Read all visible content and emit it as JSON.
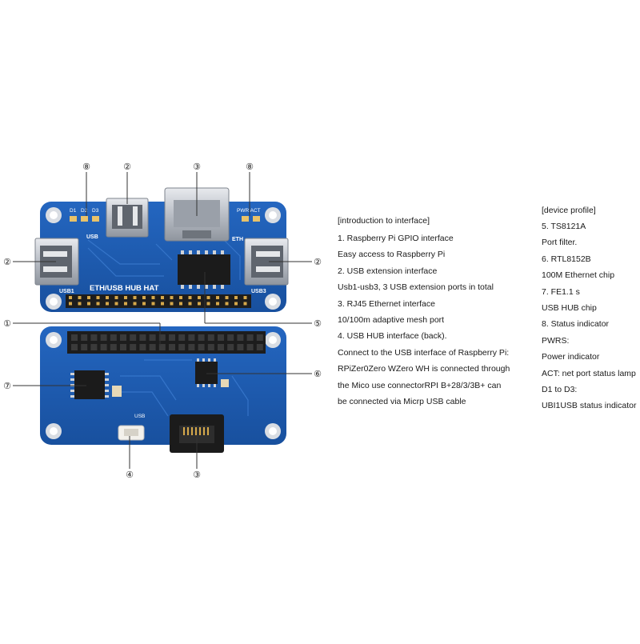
{
  "board": {
    "title": "ETH/USB HUB HAT",
    "labels": {
      "d1": "D1",
      "d2": "D2",
      "d3": "D3",
      "usb_top": "USB",
      "pwr_act": "PWR ACT",
      "eth": "ETH",
      "usb1": "USB1",
      "usb3": "USB3",
      "usb_back": "USB"
    }
  },
  "callouts": [
    "⑧",
    "②",
    "③",
    "⑧",
    "②",
    "②",
    "①",
    "⑤",
    "⑦",
    "⑥",
    "④",
    "③"
  ],
  "intro": {
    "heading": "[introduction to interface]",
    "lines": [
      "1. Raspberry Pi GPIO interface",
      "Easy access to Raspberry Pi",
      "2. USB extension interface",
      "Usb1-usb3, 3 USB extension ports in total",
      "3. RJ45 Ethernet interface",
      "10/100m adaptive mesh port",
      "4. USB HUB interface (back).",
      "Connect to the USB interface of Raspberry Pi:",
      "RPiZer0Zero WZero WH is connected through",
      "the Mico  use connectorRPI B+28/3/3B+ can",
      "be connected via Micrp USB cable"
    ]
  },
  "profile": {
    "heading": "[device profile]",
    "lines": [
      "5. TS8121A",
      "Port filter.",
      "6. RTL8152B",
      "100M Ethernet chip",
      "7. FE1.1 s",
      "USB HUB chip",
      "8. Status indicator",
      "PWRS:",
      "Power indicator",
      "ACT: net port status lamp",
      "D1 to D3:",
      "UBI1USB status indicator"
    ]
  },
  "colors": {
    "pcb": "#1f5fb5",
    "pcb_dark": "#174a94",
    "silk": "#ffffff",
    "header": "#1d1d1d",
    "metal": "#c8ccd2",
    "leader": "#333333"
  }
}
